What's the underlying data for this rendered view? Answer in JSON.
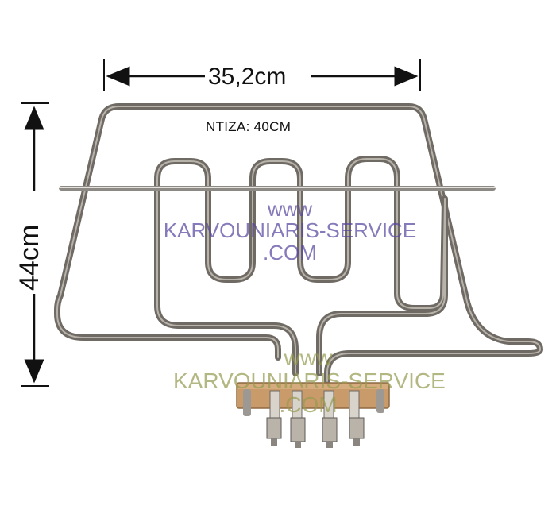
{
  "dimensions": {
    "width_label": "35,2cm",
    "height_label": "44cm",
    "rod_label": "NTIZA: 40CM"
  },
  "watermark_top": {
    "line1": "www",
    "line2": "KARVOUNIARIS-SERVICE",
    "line3": ".COM"
  },
  "watermark_bottom": {
    "line1": "www",
    "line2": "KARVOUNIARIS-SERVICE",
    "line3": ".COM"
  },
  "colors": {
    "element_metal": "#6f6a63",
    "element_highlight": "#c9c4bc",
    "mounting_plate": "#c99a6a",
    "dimension_lines": "#111111"
  }
}
